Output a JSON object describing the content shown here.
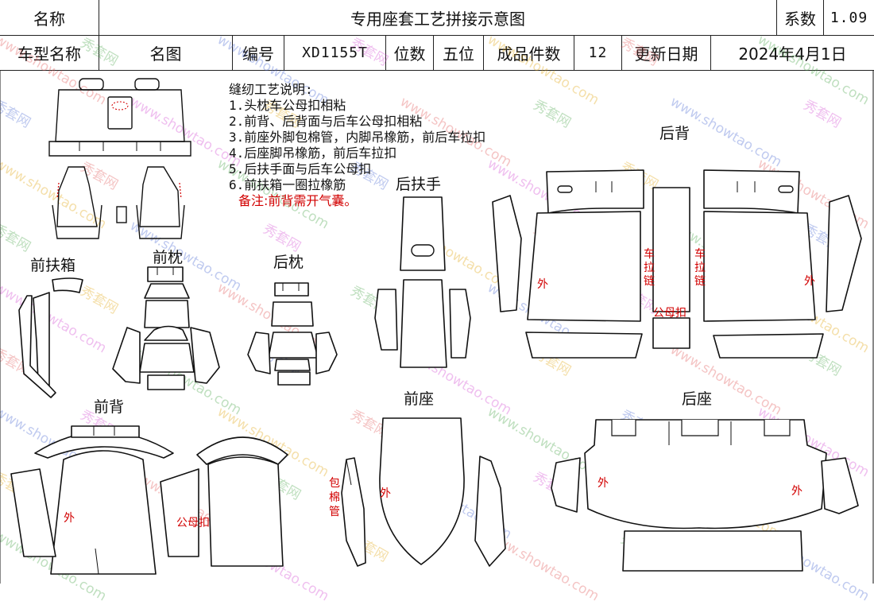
{
  "header": {
    "row1": {
      "name_label": "名称",
      "title": "专用座套工艺拼接示意图",
      "coef_label": "系数",
      "coef_value": "1.09"
    },
    "row2": {
      "model_label": "车型名称",
      "drawing_label": "名图",
      "code_label": "编号",
      "code_value": "XD1155T",
      "seats_label": "位数",
      "seats_value": "五位",
      "pieces_label": "成品件数",
      "pieces_value": "12",
      "update_label": "更新日期",
      "update_value": "2024年4月1日"
    }
  },
  "notes": {
    "heading": "缝纫工艺说明:",
    "items": [
      "1.头枕车公母扣相粘",
      "2.前背、后背面与后车公母扣相粘",
      "3.前座外脚包棉管，内脚吊橡筋，前后车拉扣",
      "4.后座脚吊橡筋，前后车拉扣",
      "5.后扶手面与后车公母扣",
      "6.前扶箱一圈拉橡筋"
    ],
    "remark": "备注:前背需开气囊。"
  },
  "sections": {
    "front_armbox": "前扶箱",
    "front_headrest": "前枕",
    "rear_headrest": "后枕",
    "rear_armrest": "后扶手",
    "rear_back": "后背",
    "front_back": "前背",
    "front_seat": "前座",
    "rear_seat": "后座"
  },
  "annotations": {
    "outer": "外",
    "zipper_chars": [
      "车",
      "拉",
      "链"
    ],
    "snap": "公母扣",
    "piping_chars": [
      "包",
      "棉",
      "管"
    ]
  },
  "watermark": {
    "cn": "秀套网",
    "en": "www.showtao.com",
    "colors": [
      "#e05050",
      "#40a040",
      "#4060d0",
      "#d040d0",
      "#e0a000"
    ]
  }
}
